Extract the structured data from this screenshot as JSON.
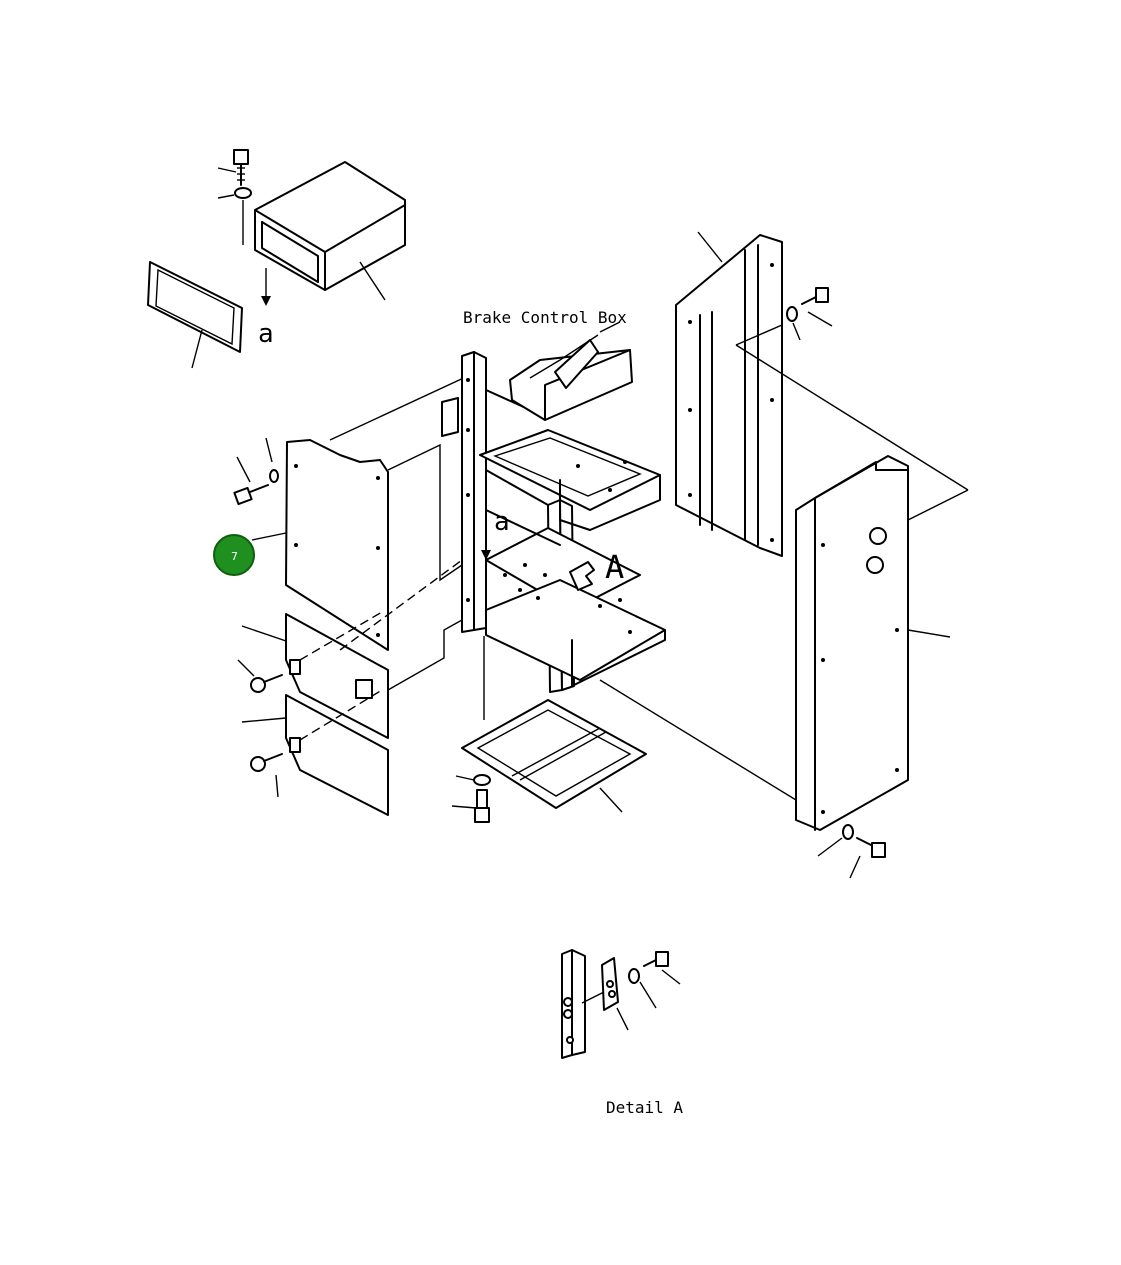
{
  "labels": {
    "brake_control_box": "Brake Control Box",
    "detail_a": "Detail A",
    "ref_a_upper": "a",
    "ref_a_mid": "a",
    "ref_A": "A"
  },
  "callout": {
    "number": "7",
    "color": "#1f8f1f"
  }
}
